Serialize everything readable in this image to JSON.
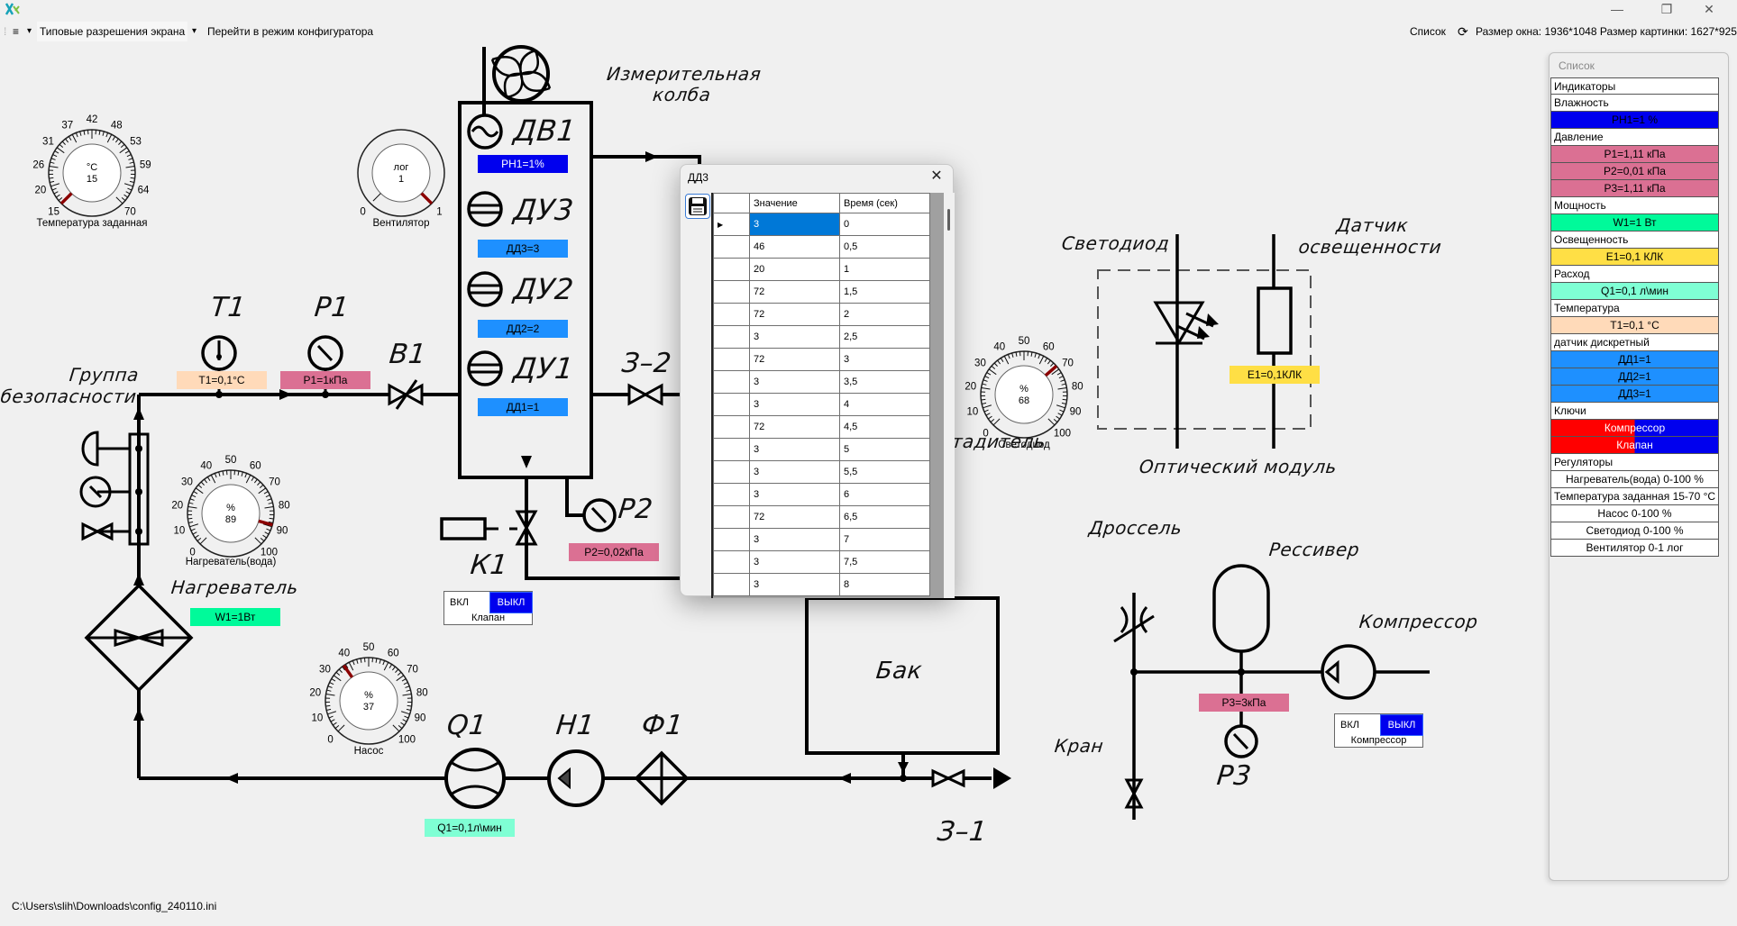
{
  "window": {
    "logo_icon": "app-logo-icon",
    "minimize_icon": "—",
    "maximize_icon": "❐",
    "close_icon": "✕"
  },
  "toolbar": {
    "menu_icon": "≡",
    "dropdown_icon": "▾",
    "resolutions_label": "Типовые разрешения экрана",
    "configurator_label": "Перейти в режим конфигуратора",
    "list_label": "Список",
    "refresh_icon": "⟳",
    "size_info": "Размер окна: 1936*1048 Размер картинки: 1627*925"
  },
  "gauges": [
    {
      "id": "temp-set",
      "caption": "Температура заданная",
      "unit": "°C",
      "value": 15,
      "min": 15,
      "max": 70,
      "ticks": [
        "15",
        "20",
        "26",
        "31",
        "37",
        "42",
        "48",
        "53",
        "59",
        "64",
        "70"
      ]
    },
    {
      "id": "fan",
      "caption": "Вентилятор",
      "unit": "лог",
      "value": 1,
      "min": 0,
      "max": 1,
      "ticks": [
        "0",
        "1"
      ]
    },
    {
      "id": "heater-water",
      "caption": "Нагреватель(вода)",
      "unit": "%",
      "value": 89,
      "min": 0,
      "max": 100,
      "ticks": [
        "0",
        "10",
        "20",
        "30",
        "40",
        "50",
        "60",
        "70",
        "80",
        "90",
        "100"
      ]
    },
    {
      "id": "led",
      "caption": "Светодиод",
      "unit": "%",
      "value": 68,
      "min": 0,
      "max": 100,
      "ticks": [
        "0",
        "10",
        "20",
        "30",
        "40",
        "50",
        "60",
        "70",
        "80",
        "90",
        "100"
      ]
    },
    {
      "id": "pump",
      "caption": "Насос",
      "unit": "%",
      "value": 37,
      "min": 0,
      "max": 100,
      "ticks": [
        "0",
        "10",
        "20",
        "30",
        "40",
        "50",
        "60",
        "70",
        "80",
        "90",
        "100"
      ]
    }
  ],
  "schema": {
    "labels": {
      "flask": "Измерительная\nколба",
      "dv1": "ДВ1",
      "du3": "ДУ3",
      "du2": "ДУ2",
      "du1": "ДУ1",
      "t1": "T1",
      "p1": "P1",
      "b1": "В1",
      "z2": "З–2",
      "safety_group": "Группа\nбезопасности",
      "heater": "Нагреватель",
      "k1": "К1",
      "p2": "P2",
      "q1": "Q1",
      "h1": "Н1",
      "f1": "Ф1",
      "z1": "З–1",
      "tank": "Бак",
      "cooler_partial": "тадитель",
      "led": "Светодиод",
      "light_sensor": "Датчик\nосвещенности",
      "optical": "Оптический модуль",
      "throttle": "Дроссель",
      "receiver": "Рессивер",
      "compressor": "Компрессор",
      "valve_tap": "Кран",
      "p3": "P3"
    },
    "values": {
      "ph1": "PH1=1%",
      "dd3": "ДД3=3",
      "dd2": "ДД2=2",
      "dd1": "ДД1=1",
      "t1": "T1=0,1°C",
      "p1": "P1=1кПа",
      "p2": "P2=0,02кПа",
      "w1": "W1=1Вт",
      "q1": "Q1=0,1л\\мин",
      "e1": "E1=0,1КЛК",
      "p3": "P3=3кПа"
    },
    "colors": {
      "ph1": "#0000ee",
      "dd": "#1e90ff",
      "temp": "#ffdab9",
      "pressure": "#db7093",
      "power": "#00fa9a",
      "flow": "#7fffd4",
      "light": "#ffdf45",
      "needle": "#8b0000"
    },
    "switches": [
      {
        "id": "valve",
        "on": "ВКЛ",
        "off": "ВЫКЛ",
        "caption": "Клапан",
        "state": "off"
      },
      {
        "id": "compressor",
        "on": "ВКЛ",
        "off": "ВЫКЛ",
        "caption": "Компрессор",
        "state": "off"
      }
    ]
  },
  "dialog": {
    "title": "ДД3",
    "close_icon": "✕",
    "save_icon": "floppy-disk",
    "columns": [
      "Значение",
      "Время (сек)"
    ],
    "rows": [
      [
        "3",
        "0"
      ],
      [
        "46",
        "0,5"
      ],
      [
        "20",
        "1"
      ],
      [
        "72",
        "1,5"
      ],
      [
        "72",
        "2"
      ],
      [
        "3",
        "2,5"
      ],
      [
        "72",
        "3"
      ],
      [
        "3",
        "3,5"
      ],
      [
        "3",
        "4"
      ],
      [
        "72",
        "4,5"
      ],
      [
        "3",
        "5"
      ],
      [
        "3",
        "5,5"
      ],
      [
        "3",
        "6"
      ],
      [
        "72",
        "6,5"
      ],
      [
        "3",
        "7"
      ],
      [
        "3",
        "7,5"
      ],
      [
        "3",
        "8"
      ]
    ],
    "selected_row": 0
  },
  "list_panel": {
    "title": "Список",
    "rows": [
      {
        "text": "Индикаторы",
        "type": "header"
      },
      {
        "text": "Влажность",
        "type": "header"
      },
      {
        "text": "PH1=1 %",
        "type": "value",
        "bg": "#0000ee",
        "fg": "#000"
      },
      {
        "text": "Давление",
        "type": "header"
      },
      {
        "text": "P1=1,11 кПа",
        "type": "value",
        "bg": "#db7093",
        "fg": "#000"
      },
      {
        "text": "P2=0,01 кПа",
        "type": "value",
        "bg": "#db7093",
        "fg": "#000"
      },
      {
        "text": "P3=1,11 кПа",
        "type": "value",
        "bg": "#db7093",
        "fg": "#000"
      },
      {
        "text": "Мощность",
        "type": "header"
      },
      {
        "text": "W1=1 Вт",
        "type": "value",
        "bg": "#00fa9a",
        "fg": "#000"
      },
      {
        "text": "Освещенность",
        "type": "header"
      },
      {
        "text": "E1=0,1 КЛК",
        "type": "value",
        "bg": "#ffdf45",
        "fg": "#000"
      },
      {
        "text": "Расход",
        "type": "header"
      },
      {
        "text": "Q1=0,1 л\\мин",
        "type": "value",
        "bg": "#7fffd4",
        "fg": "#000"
      },
      {
        "text": "Температура",
        "type": "header"
      },
      {
        "text": "T1=0,1 °C",
        "type": "value",
        "bg": "#ffdab9",
        "fg": "#000"
      },
      {
        "text": "датчик дискретный",
        "type": "header"
      },
      {
        "text": "ДД1=1",
        "type": "value",
        "bg": "#1e90ff",
        "fg": "#000"
      },
      {
        "text": "ДД2=1",
        "type": "value",
        "bg": "#1e90ff",
        "fg": "#000"
      },
      {
        "text": "ДД3=1",
        "type": "value",
        "bg": "#1e90ff",
        "fg": "#000"
      },
      {
        "text": "Ключи",
        "type": "header"
      },
      {
        "text": "Компрессор",
        "type": "key"
      },
      {
        "text": "Клапан",
        "type": "key"
      },
      {
        "text": "Регуляторы",
        "type": "header"
      },
      {
        "text": "Нагреватель(вода) 0-100 %",
        "type": "regulator"
      },
      {
        "text": "Температура заданная 15-70 °C",
        "type": "regulator"
      },
      {
        "text": "Насос 0-100 %",
        "type": "regulator"
      },
      {
        "text": "Светодиод 0-100 %",
        "type": "regulator"
      },
      {
        "text": "Вентилятор 0-1 лог",
        "type": "regulator"
      }
    ]
  },
  "status": {
    "path": "C:\\Users\\slih\\Downloads\\config_240110.ini"
  }
}
